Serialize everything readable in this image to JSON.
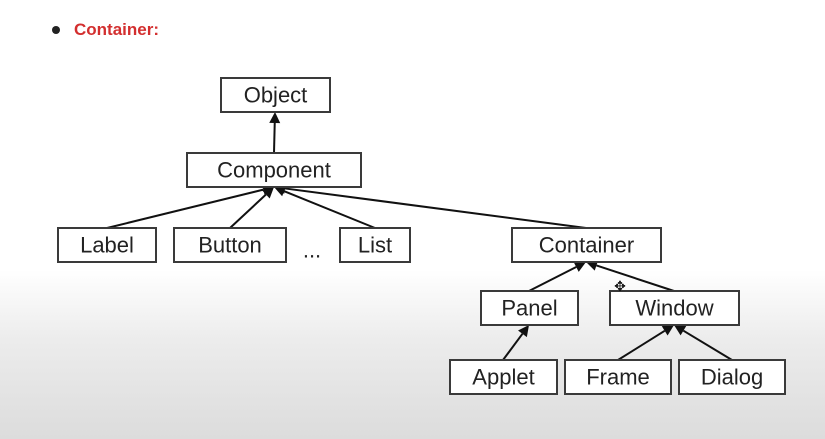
{
  "bullet": {
    "label": "Container:",
    "color": "#d32f2f"
  },
  "diagram": {
    "nodes": [
      {
        "id": "object",
        "label": "Object"
      },
      {
        "id": "component",
        "label": "Component"
      },
      {
        "id": "label",
        "label": "Label"
      },
      {
        "id": "button",
        "label": "Button"
      },
      {
        "id": "ellipsis",
        "label": "..."
      },
      {
        "id": "list",
        "label": "List"
      },
      {
        "id": "container",
        "label": "Container"
      },
      {
        "id": "panel",
        "label": "Panel"
      },
      {
        "id": "window",
        "label": "Window"
      },
      {
        "id": "applet",
        "label": "Applet"
      },
      {
        "id": "frame",
        "label": "Frame"
      },
      {
        "id": "dialog",
        "label": "Dialog"
      }
    ],
    "edges": [
      {
        "from": "component",
        "to": "object"
      },
      {
        "from": "label",
        "to": "component"
      },
      {
        "from": "button",
        "to": "component"
      },
      {
        "from": "list",
        "to": "component"
      },
      {
        "from": "container",
        "to": "component"
      },
      {
        "from": "panel",
        "to": "container"
      },
      {
        "from": "window",
        "to": "container"
      },
      {
        "from": "applet",
        "to": "panel"
      },
      {
        "from": "frame",
        "to": "window"
      },
      {
        "from": "dialog",
        "to": "window"
      }
    ]
  },
  "cursor": {
    "icon": "move-cursor-icon"
  }
}
